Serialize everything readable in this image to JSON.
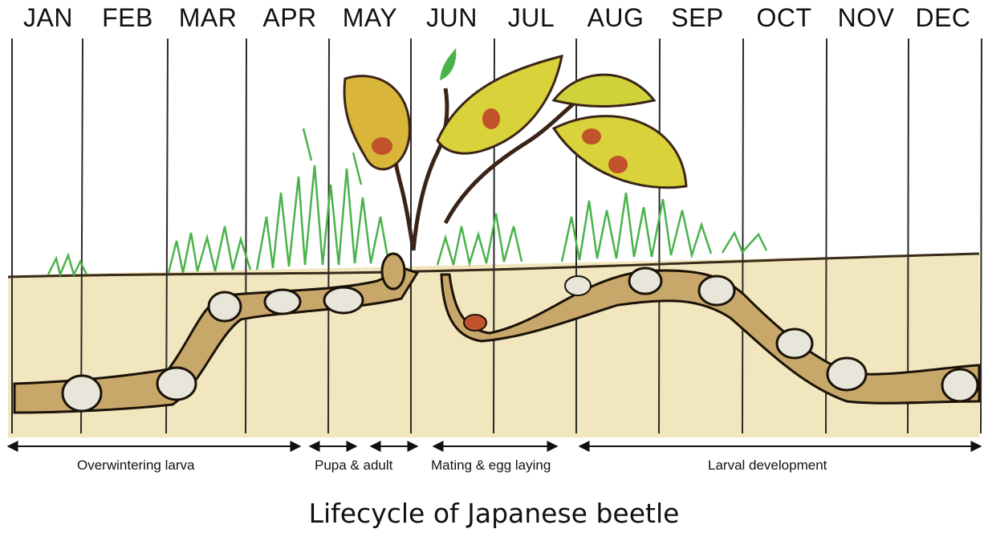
{
  "title": "Lifecycle of Japanese beetle",
  "months": [
    "JAN",
    "FEB",
    "MAR",
    "APR",
    "MAY",
    "JUN",
    "JUL",
    "AUG",
    "SEP",
    "OCT",
    "NOV",
    "DEC"
  ],
  "phases": [
    {
      "label": "Overwintering larva",
      "start_month": "JAN",
      "end_month": "APR"
    },
    {
      "label": "Pupa & adult",
      "start_month": "MAY",
      "end_month": "MAY"
    },
    {
      "label": "Mating & egg laying",
      "start_month": "JUN",
      "end_month": "JUL"
    },
    {
      "label": "Larval development",
      "start_month": "AUG",
      "end_month": "DEC"
    }
  ],
  "colors": {
    "soil": "#f1e6bd",
    "grass": "#49b34a",
    "leaf": "#d9d23a",
    "tunnel": "#c8a86a",
    "larva": "#e8e6da",
    "beetle": "#c0532b"
  }
}
